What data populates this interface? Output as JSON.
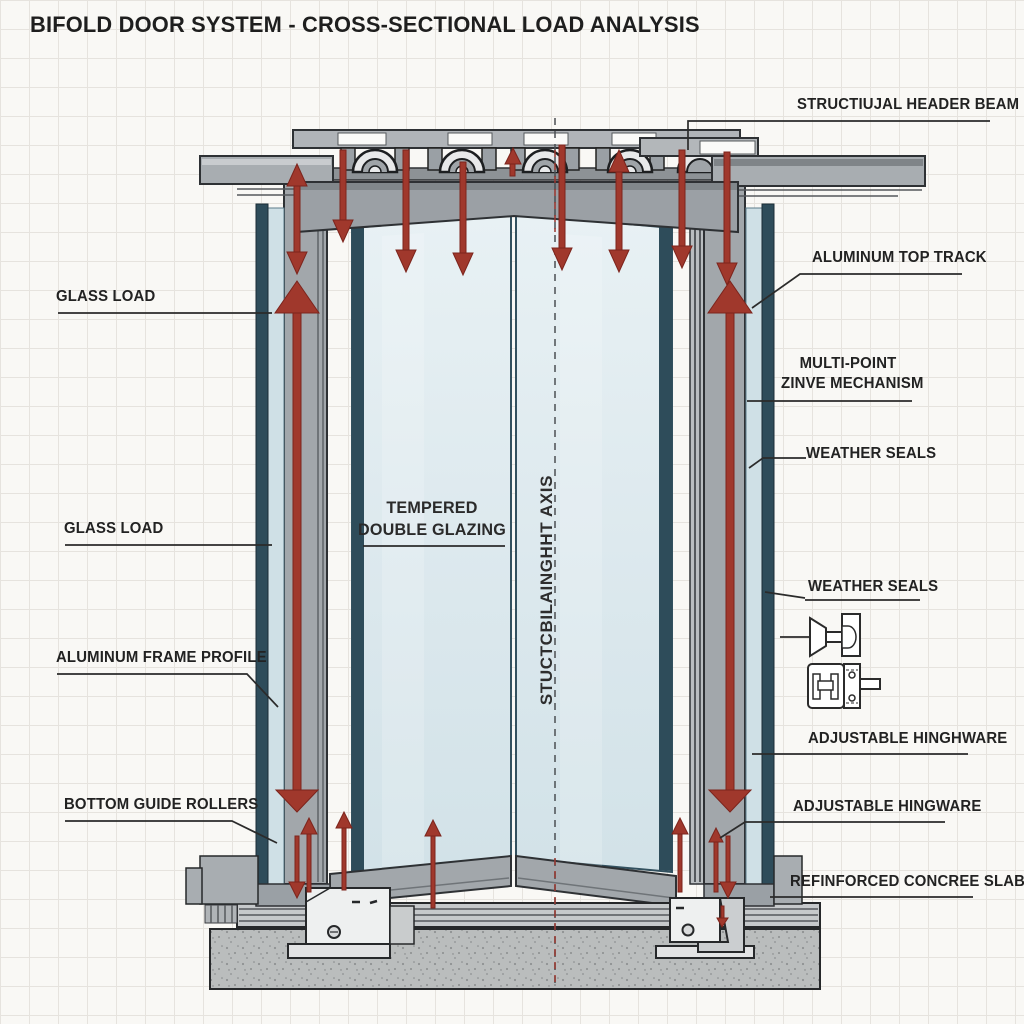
{
  "title": "BIFOLD DOOR SYSTEM - CROSS-SECTIONAL LOAD ANALYSIS",
  "labels": {
    "left": [
      {
        "text": "GLASS LOAD"
      },
      {
        "text": "GLASS LOAD"
      },
      {
        "text": "ALUMINUM FRAME PROFILE"
      },
      {
        "text": "BOTTOM GUIDE ROLLERS"
      }
    ],
    "right": [
      {
        "text": "STRUCTIUJAL HEADER BEAM"
      },
      {
        "text": "ALUMINUM TOP TRACK"
      },
      {
        "line1": "MULTI-POINT",
        "line2": "ZINVE MECHANISM"
      },
      {
        "text": "WEATHER SEALS"
      },
      {
        "text": "WEATHER SEALS"
      },
      {
        "text": "ADJUSTABLE HINGHWARE"
      },
      {
        "text": "ADJUSTABLE HINGWARE"
      },
      {
        "text": "REFINFORCED CONCREE SLAB"
      }
    ],
    "center": {
      "glazing_line1": "TEMPERED",
      "glazing_line2": "DOUBLE GLAZING",
      "axis": "STUCTCBILAINGHHT AXIS"
    }
  },
  "icons": {
    "pivot_hinge": "pivot-hinge-icon",
    "adjustable_hinge": "adjustable-hinge-icon"
  },
  "colors": {
    "arrow_red": "#a0382c",
    "glass_blue": "#dce9ee",
    "frame_gray": "#a2a7ab",
    "teal_edge": "#2e4c5a",
    "concrete_gray": "#b9bcbc",
    "leader_line": "#2b2b2b"
  }
}
